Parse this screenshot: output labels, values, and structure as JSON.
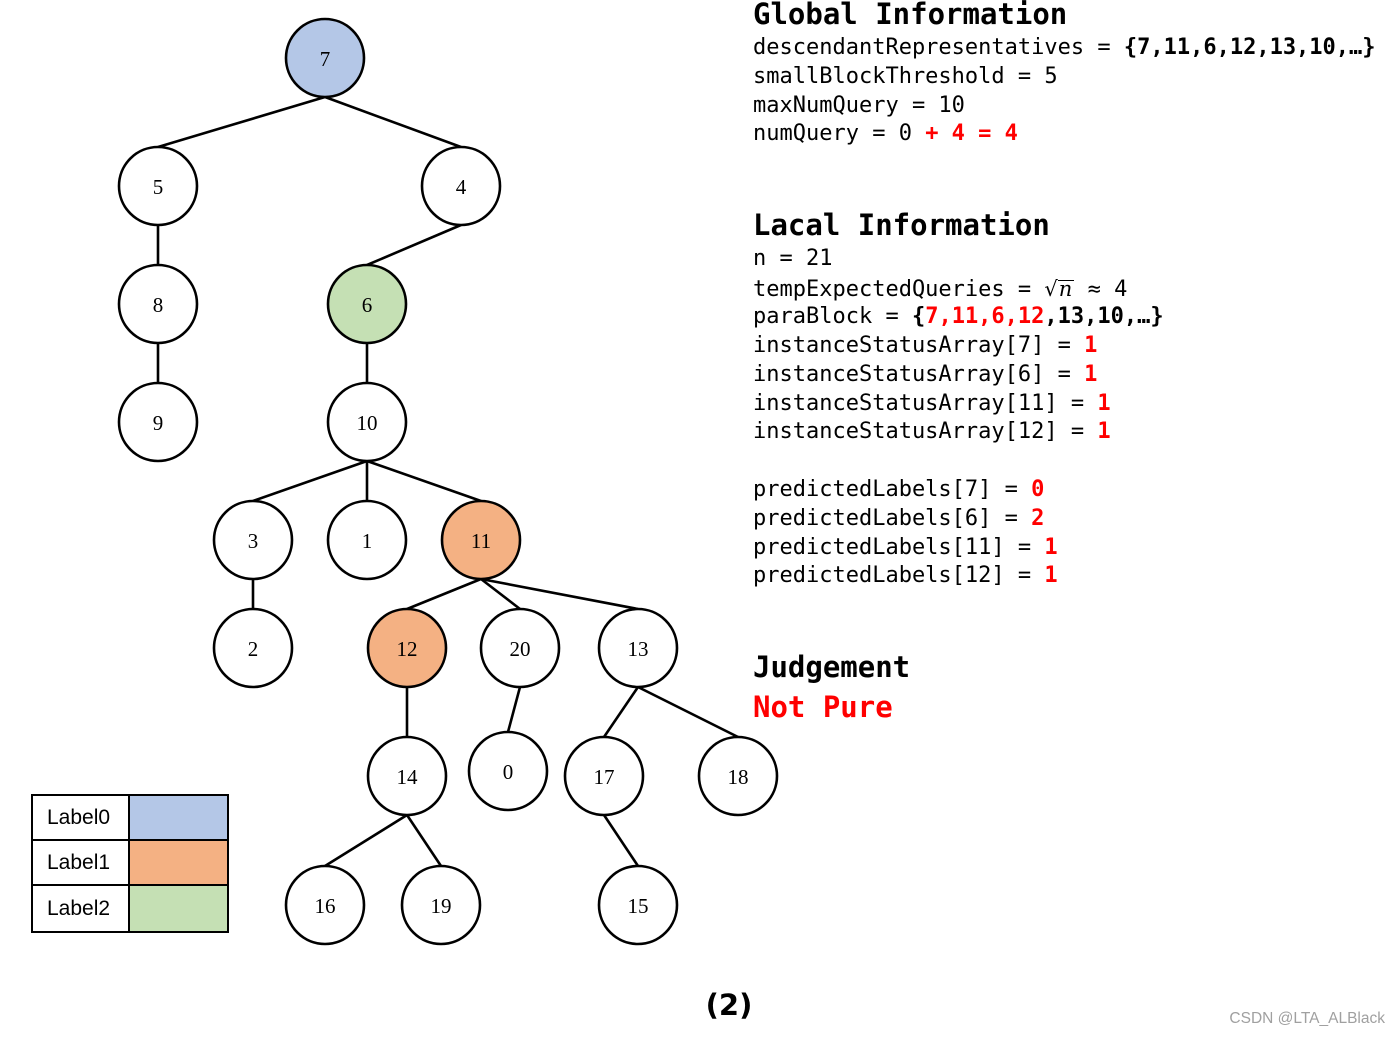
{
  "tree": {
    "root": {
      "value": "7",
      "fill": "#B4C7E7",
      "children": [
        {
          "value": "5",
          "children": [
            {
              "value": "8",
              "children": [
                {
                  "value": "9"
                }
              ]
            }
          ]
        },
        {
          "value": "4",
          "children": [
            {
              "value": "6",
              "fill": "#C5E0B4",
              "children": [
                {
                  "value": "10",
                  "children": [
                    {
                      "value": "3",
                      "children": [
                        {
                          "value": "2"
                        }
                      ]
                    },
                    {
                      "value": "1"
                    },
                    {
                      "value": "11",
                      "fill": "#F4B183",
                      "children": [
                        {
                          "value": "12",
                          "fill": "#F4B183",
                          "children": [
                            {
                              "value": "14",
                              "children": [
                                {
                                  "value": "16"
                                },
                                {
                                  "value": "19"
                                }
                              ]
                            }
                          ]
                        },
                        {
                          "value": "20",
                          "children": [
                            {
                              "value": "0"
                            }
                          ]
                        },
                        {
                          "value": "13",
                          "children": [
                            {
                              "value": "17",
                              "children": [
                                {
                                  "value": "15"
                                }
                              ]
                            },
                            {
                              "value": "18"
                            }
                          ]
                        }
                      ]
                    }
                  ]
                }
              ]
            }
          ]
        }
      ]
    }
  },
  "legend": [
    {
      "label": "Label0",
      "color": "#B4C7E7"
    },
    {
      "label": "Label1",
      "color": "#F4B183"
    },
    {
      "label": "Label2",
      "color": "#C5E0B4"
    }
  ],
  "global_information": {
    "heading": "Global Information",
    "descendant_representatives": {
      "name": "descendantRepresentatives = ",
      "value": "{7,11,6,12,13,10,…}"
    },
    "small_block_threshold": "smallBlockThreshold = 5",
    "max_num_query": "maxNumQuery = 10",
    "num_query": {
      "name": "numQuery = 0 ",
      "update": "+ 4 = 4"
    }
  },
  "local_information": {
    "heading": "Lacal Information",
    "n": "n = 21",
    "temp_expected_queries": {
      "name": "tempExpectedQueries = ",
      "radical": "√",
      "radicand": "n",
      "approx": " ≈ 4"
    },
    "para_block": {
      "name": "paraBlock = ",
      "open": "{",
      "selected": "7,11,6,12",
      "rest": ",13,10,…}"
    },
    "instance_status_array": [
      {
        "name": "instanceStatusArray[7] = ",
        "value": "1"
      },
      {
        "name": "instanceStatusArray[6] = ",
        "value": "1"
      },
      {
        "name": "instanceStatusArray[11] = ",
        "value": "1"
      },
      {
        "name": "instanceStatusArray[12] = ",
        "value": "1"
      }
    ],
    "predicted_labels": [
      {
        "name": "predictedLabels[7] = ",
        "value": "0"
      },
      {
        "name": "predictedLabels[6] = ",
        "value": "2"
      },
      {
        "name": "predictedLabels[11] = ",
        "value": "1"
      },
      {
        "name": "predictedLabels[12] = ",
        "value": "1"
      }
    ]
  },
  "judgement": {
    "heading": "Judgement",
    "result": "Not Pure"
  },
  "caption": "(2)",
  "watermark": "CSDN @LTA_ALBlack",
  "colors": {
    "highlight": "#FF0000",
    "node_default": "#FFFFFF"
  }
}
